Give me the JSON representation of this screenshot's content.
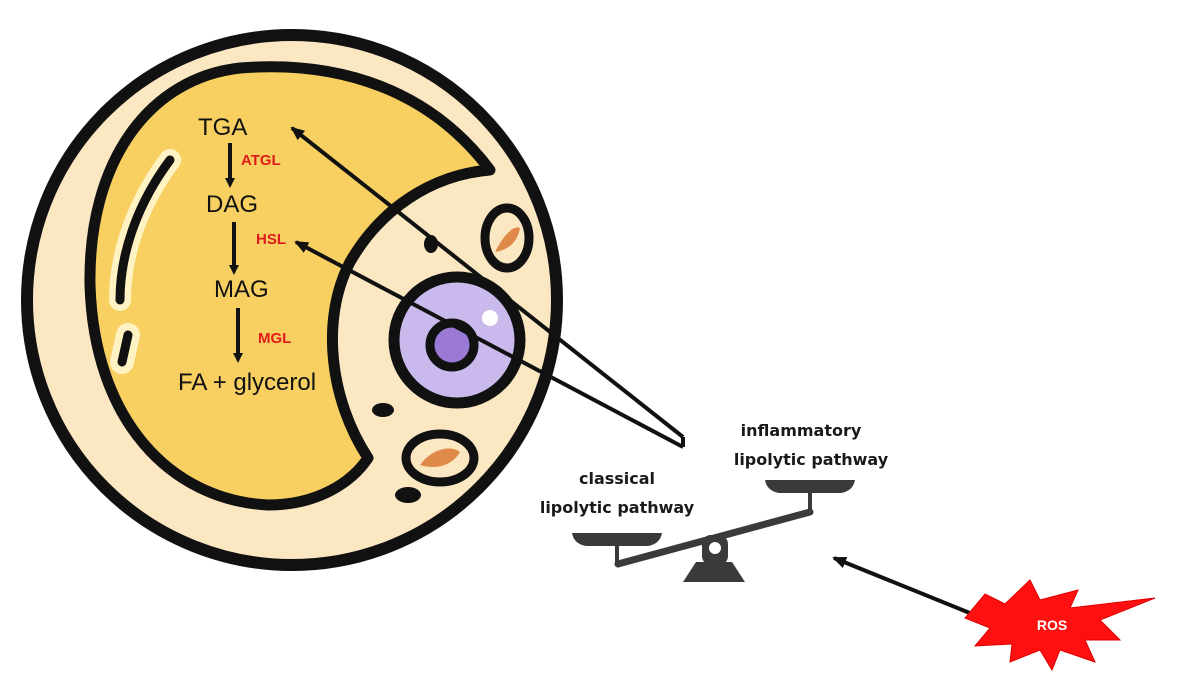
{
  "pathway_steps": {
    "tga": "TGA",
    "dag": "DAG",
    "mag": "MAG",
    "products": "FA + glycerol"
  },
  "enzymes": {
    "atgl": "ATGL",
    "hsl": "HSL",
    "mgl": "MGL"
  },
  "scale": {
    "left_pan_label": [
      "classical",
      "lipolytic pathway"
    ],
    "right_pan_label": [
      "inflammatory",
      "lipolytic pathway"
    ]
  },
  "stimulus": {
    "label": "ROS"
  },
  "colors": {
    "cell_outline": "#111111",
    "cell_membrane": "#fbe8c2",
    "lipid_droplet": "#f7d061",
    "nucleus": "#c9b9ec",
    "nucleolus": "#9b7ad6",
    "organelle": "#e08a4a",
    "enzyme_text": "#e01b1b",
    "scale": "#3a3a3a",
    "ros_burst": "#ff1010"
  }
}
